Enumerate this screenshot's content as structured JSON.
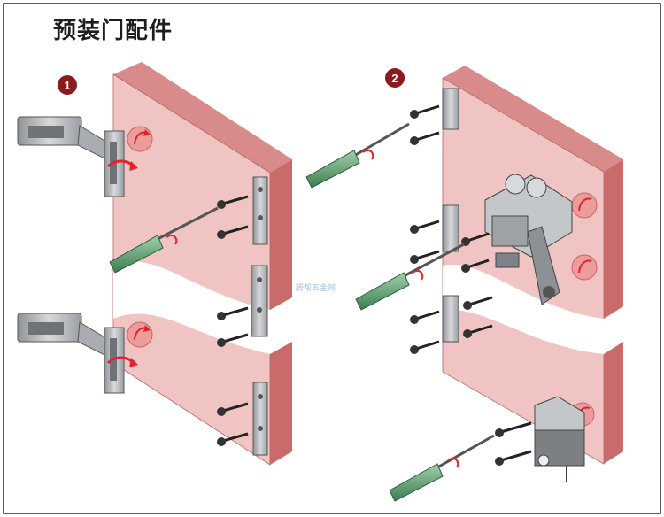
{
  "title": "预装门配件",
  "steps": [
    {
      "number": "1"
    },
    {
      "number": "2"
    }
  ],
  "watermark": "腾帮五金网",
  "colors": {
    "panel_face": "#f1c4c4",
    "panel_edge": "#c96b6b",
    "panel_top": "#d98b8b",
    "step_badge": "#8b1b1b",
    "arrow": "#e0262b",
    "screwdriver_handle": "#5c9e6e",
    "metal": "#b9bcc0"
  },
  "icons": [
    "screwdriver-icon",
    "screw-icon",
    "hinge-icon",
    "mounting-plate-icon",
    "rotate-arrow-icon",
    "connector-icon"
  ]
}
